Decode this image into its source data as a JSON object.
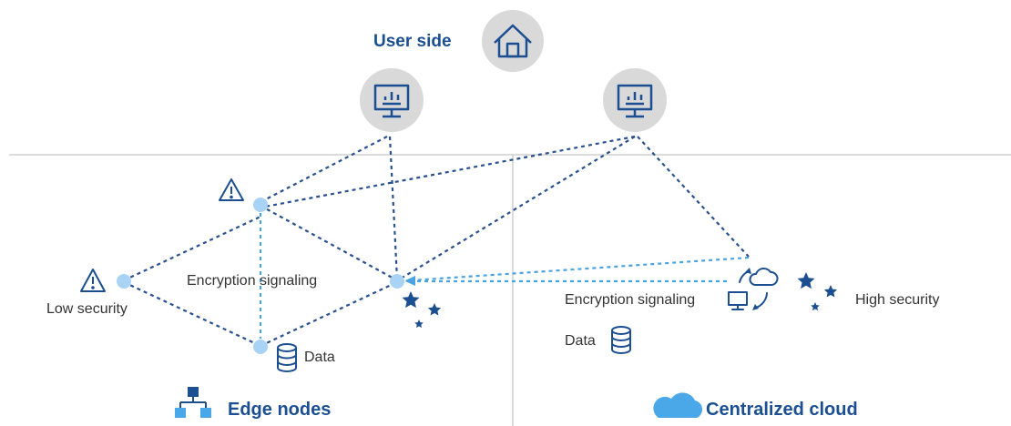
{
  "colors": {
    "dark_blue": "#1b4f91",
    "dashed_dark": "#28508f",
    "dashed_light": "#4aa3df",
    "node_fill": "#a9d3f5",
    "circle_gray": "#d9d9d9",
    "divider": "#cfcfcf",
    "cloud_blue": "#4aa8e8"
  },
  "user_side": {
    "label": "User side",
    "icon": "home-icon"
  },
  "terminals": [
    {
      "icon": "monitor-chart-icon"
    },
    {
      "icon": "monitor-chart-icon"
    }
  ],
  "edge": {
    "node_left_label": "Low security",
    "center_label": "Encryption signaling",
    "data_label": "Data",
    "title": "Edge nodes",
    "title_icon": "network-hierarchy-icon",
    "warning_icon": "warning-triangle-icon",
    "database_icon": "database-icon",
    "stars_icon": "stars-icon"
  },
  "cloud": {
    "signaling_label": "Encryption signaling",
    "security_label": "High security",
    "data_label": "Data",
    "title": "Centralized cloud",
    "title_icon": "cloud-icon",
    "sync_icon": "cloud-sync-icon"
  }
}
